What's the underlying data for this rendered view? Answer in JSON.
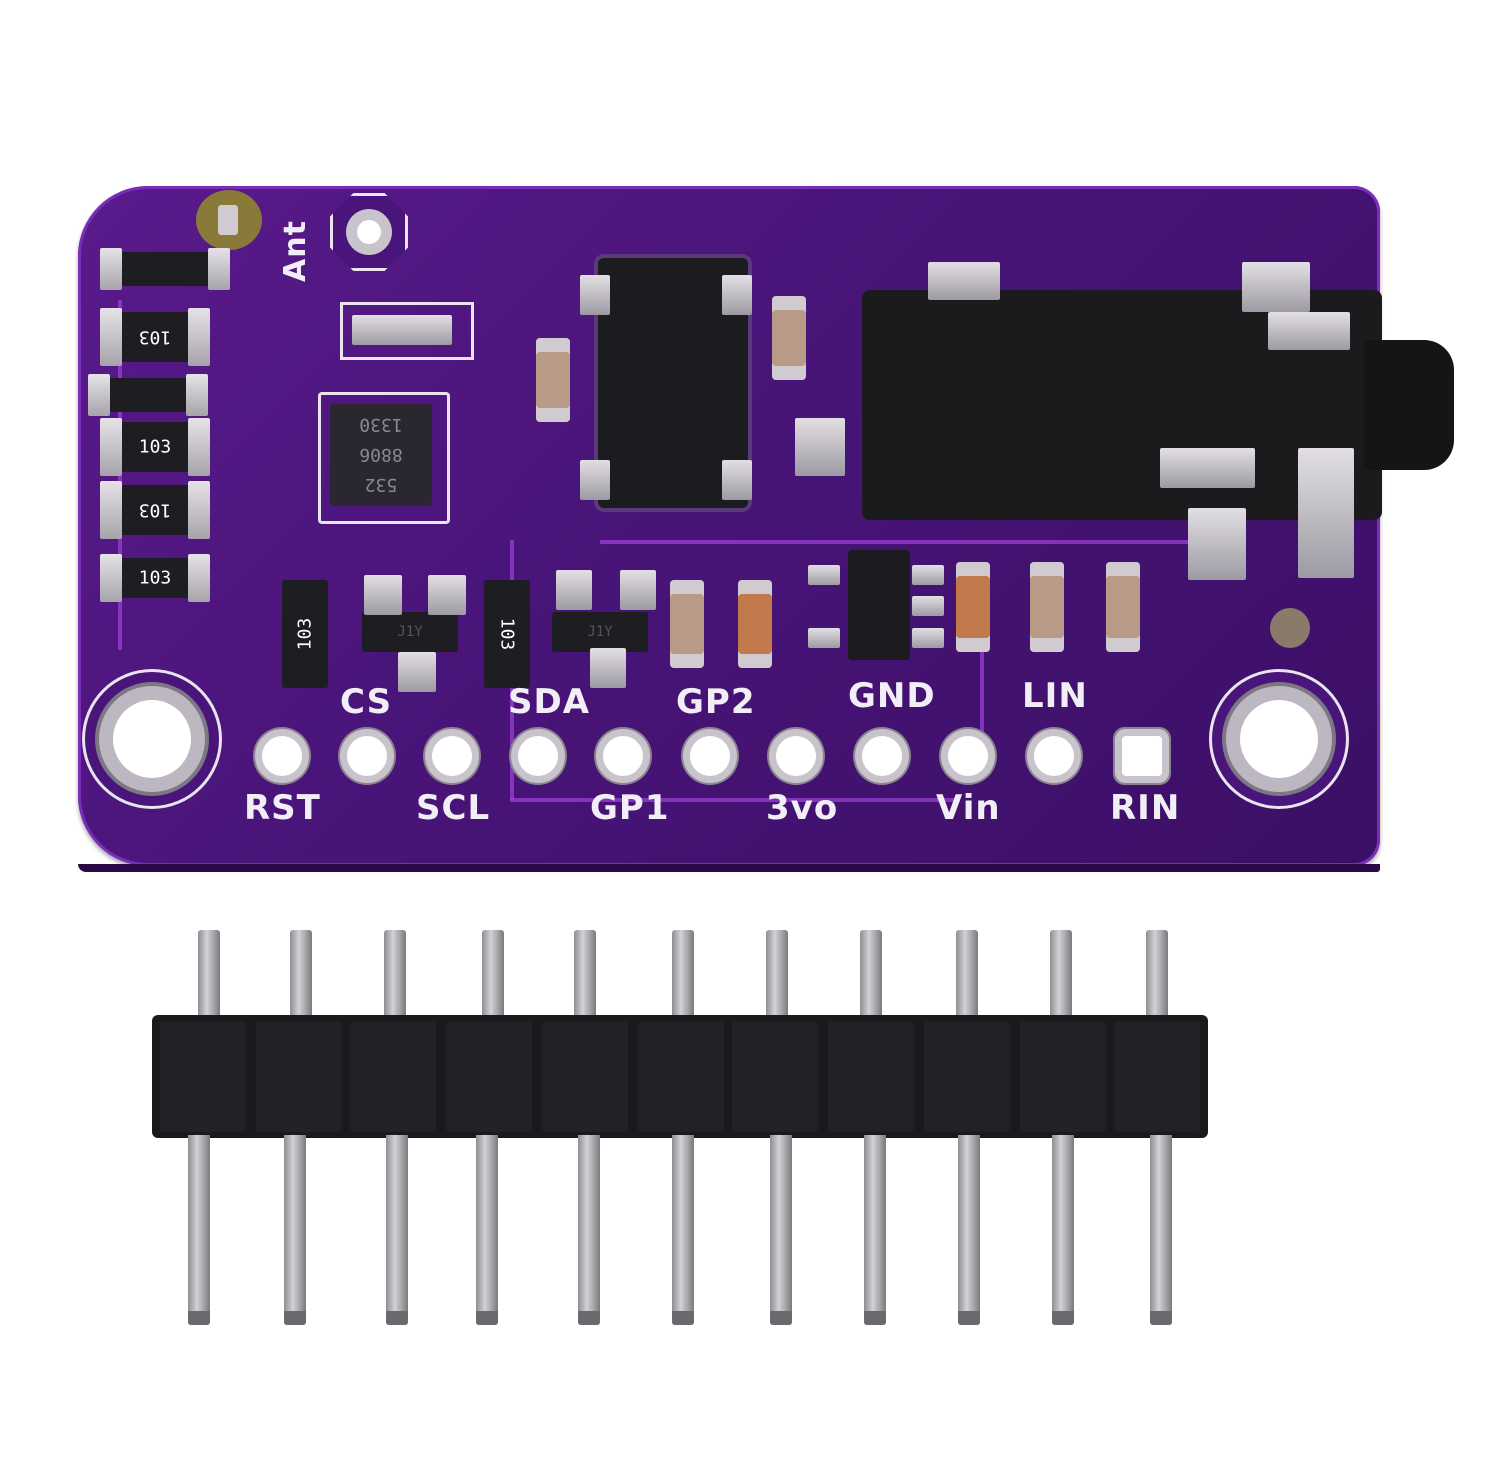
{
  "image": {
    "subject": "Purple PCB breakout module with 3.5mm audio jack, QFN IC, SMD components and 11-pin male header strip",
    "background_color": "#ffffff",
    "colors": {
      "pcb_purple": "#4a157a",
      "silkscreen": "#f2eef6",
      "pad_silver": "#cfcbd0",
      "header_black": "#1a1a1c"
    }
  },
  "board": {
    "antenna_label": "Ant",
    "ic_marking": [
      "532",
      "8806",
      "1330"
    ],
    "resistor_code": "103",
    "transistor_marking": "J1Y",
    "pins_top_row_labels": [
      "CS",
      "SDA",
      "GP2",
      "GND",
      "LIN"
    ],
    "pins_bottom_row_labels": [
      "RST",
      "SCL",
      "GP1",
      "3vo",
      "Vin",
      "RIN"
    ],
    "pin_count": 11
  },
  "header_strip": {
    "pin_count": 11
  }
}
